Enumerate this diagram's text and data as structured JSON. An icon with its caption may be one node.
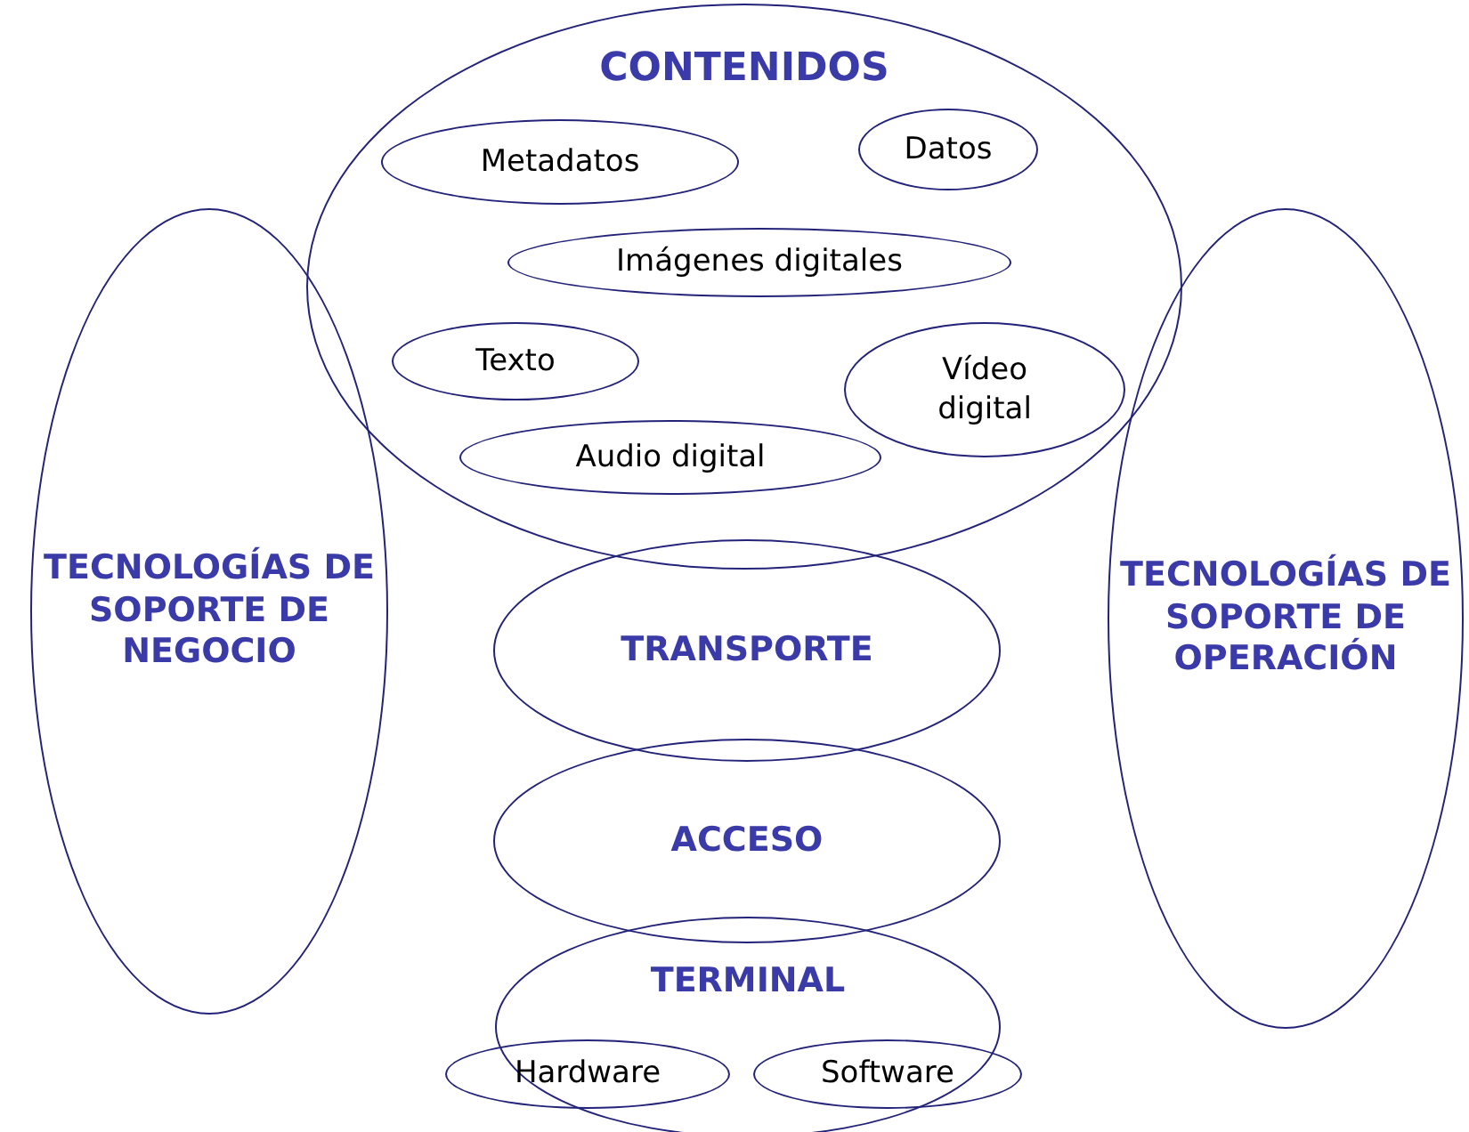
{
  "diagram": {
    "nodes": [
      {
        "text": [
          "CONTENIDOS"
        ]
      },
      {
        "text": [
          "Metadatos"
        ],
        "in": 0
      },
      {
        "text": [
          "Datos"
        ],
        "in": 0
      },
      {
        "text": [
          "Imágenes digitales"
        ],
        "in": 0
      },
      {
        "text": [
          "Texto"
        ],
        "in": 0
      },
      {
        "text": [
          "Vídeo digital"
        ],
        "in": 0
      },
      {
        "text": [
          "Audio digital"
        ],
        "in": 0
      },
      {
        "text": [
          "TECNOLOGÍAS DE SOPORTE DE NEGOCIO"
        ]
      },
      {
        "text": [
          "TECNOLOGÍAS DE SOPORTE DE OPERACIÓN"
        ]
      },
      {
        "text": [
          "TRANSPORTE"
        ]
      },
      {
        "text": [
          "ACCESO"
        ]
      },
      {
        "text": [
          "TERMINAL"
        ]
      },
      {
        "text": [
          "Hardware"
        ]
      },
      {
        "text": [
          "Software"
        ]
      }
    ]
  }
}
